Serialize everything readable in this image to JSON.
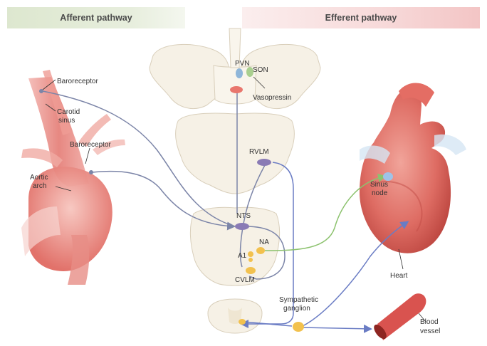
{
  "headers": {
    "afferent": "Afferent pathway",
    "efferent": "Efferent pathway"
  },
  "labels": {
    "baroreceptor_top": "Baroreceptor",
    "carotid_sinus_1": "Carotid",
    "carotid_sinus_2": "sinus",
    "baroreceptor_mid": "Baroreceptor",
    "aortic_arch_1": "Aortic",
    "aortic_arch_2": "arch",
    "pvn": "PVN",
    "son": "SON",
    "vasopressin": "Vasopressin",
    "rvlm": "RVLM",
    "nts": "NTS",
    "na": "NA",
    "a1": "A1",
    "cvlm": "CVLM",
    "sympathetic_ganglion_1": "Sympathetic",
    "sympathetic_ganglion_2": "ganglion",
    "sinus_node_1": "Sinus",
    "sinus_node_2": "node",
    "heart": "Heart",
    "blood_vessel_1": "Blood",
    "blood_vessel_2": "vessel"
  },
  "colors": {
    "afferent_line": "#7c85a8",
    "efferent_sympathetic_line": "#6a7cc4",
    "vagal_line": "#8cc26e",
    "vessel": "#e4716f",
    "heart": "#d9534f",
    "brain_tissue": "#f6f1e6",
    "nucleus_purple": "#8a7bb5",
    "nucleus_yellow": "#f2c14e",
    "sinus_node": "#9fc3e8"
  }
}
